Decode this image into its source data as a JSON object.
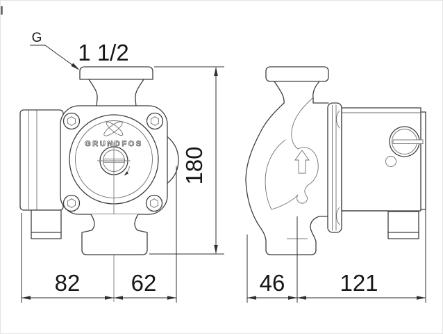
{
  "page": {
    "background": "#ffffff",
    "border_color": "#e3e3e3"
  },
  "drawing": {
    "type": "technical-dimension-drawing",
    "brand_logo": "GRUNDFOS",
    "thread_label": {
      "letter": "G",
      "size": "1 1/2"
    },
    "dimensions": {
      "overall_height": "180",
      "front_left_of_center": "82",
      "front_right_of_center": "62",
      "side_front_of_port_axis": "46",
      "side_rear_of_port_axis": "121"
    },
    "icons": {
      "front_view": [
        "grundfos-x-mark-icon",
        "rotation-direction-arrow-icon",
        "hex-bolt-icon",
        "slotted-plug-icon"
      ],
      "side_view": [
        "flow-direction-up-arrow-icon",
        "slotted-screw-icon"
      ]
    },
    "colors": {
      "outline": "#3d3d3d",
      "thin_line": "#6e6e6e",
      "dimension_line": "#2f2f2f",
      "text": "#161616",
      "background": "#ffffff"
    }
  }
}
